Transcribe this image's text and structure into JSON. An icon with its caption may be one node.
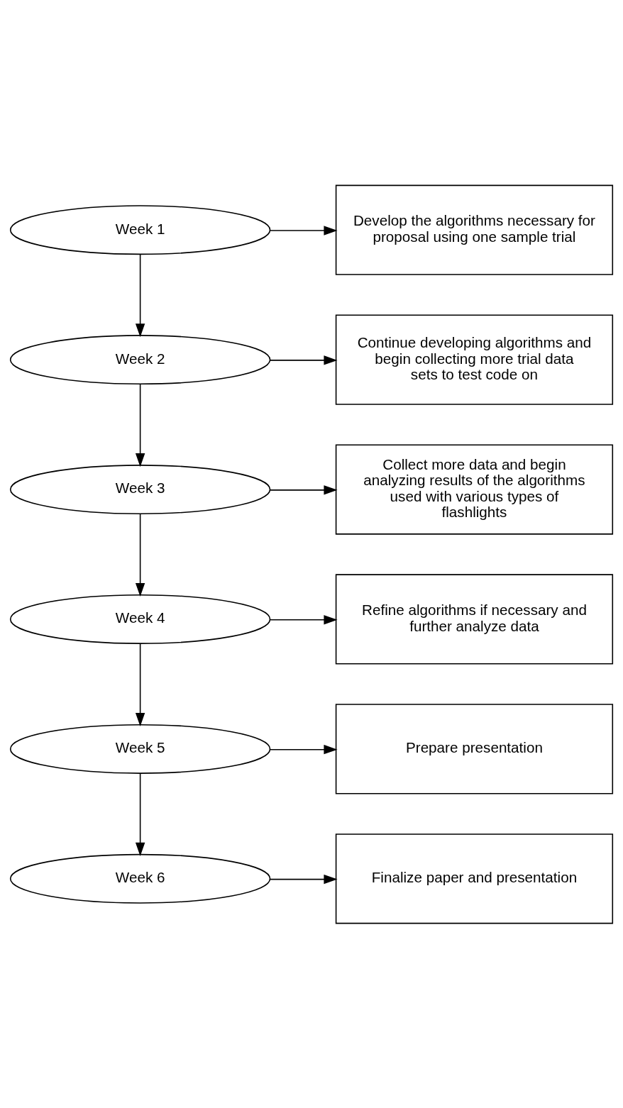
{
  "diagram": {
    "nodes": [
      {
        "text": [
          "Week 1"
        ]
      },
      {
        "text": [
          "Develop the algorithms necessary for proposal using one sample trial"
        ]
      },
      {
        "text": [
          "Week 2"
        ]
      },
      {
        "text": [
          "Continue developing algorithms and begin collecting more trial data sets to test code on"
        ]
      },
      {
        "text": [
          "Week 3"
        ]
      },
      {
        "text": [
          "Collect more data and begin analyzing results of the algorithms used with various types of flashlights"
        ]
      },
      {
        "text": [
          "Week 4"
        ]
      },
      {
        "text": [
          "Refine algorithms if necessary and further analyze data"
        ]
      },
      {
        "text": [
          "Week 5"
        ]
      },
      {
        "text": [
          "Prepare presentation"
        ]
      },
      {
        "text": [
          "Week 6"
        ]
      },
      {
        "text": [
          "Finalize paper and presentation"
        ]
      }
    ],
    "edges": [
      {
        "from": 0,
        "to": 1,
        "arrow": "to"
      },
      {
        "from": 0,
        "to": 2,
        "arrow": "to"
      },
      {
        "from": 2,
        "to": 3,
        "arrow": "to"
      },
      {
        "from": 2,
        "to": 4,
        "arrow": "to"
      },
      {
        "from": 4,
        "to": 5,
        "arrow": "to"
      },
      {
        "from": 4,
        "to": 6,
        "arrow": "to"
      },
      {
        "from": 6,
        "to": 7,
        "arrow": "to"
      },
      {
        "from": 6,
        "to": 8,
        "arrow": "to"
      },
      {
        "from": 8,
        "to": 9,
        "arrow": "to"
      },
      {
        "from": 8,
        "to": 10,
        "arrow": "to"
      },
      {
        "from": 10,
        "to": 11,
        "arrow": "to"
      }
    ]
  }
}
